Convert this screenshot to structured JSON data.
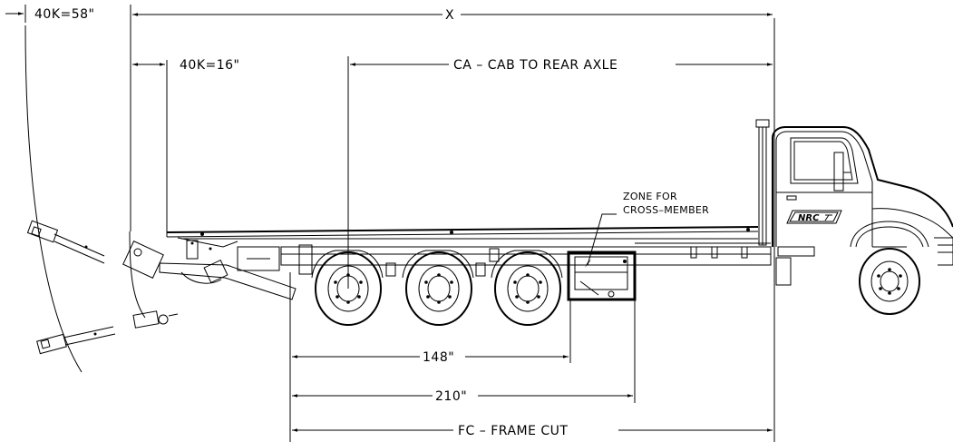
{
  "dimensions": {
    "rotation_clearance": "40K=58\"",
    "overall_x": "X",
    "underlift_offset": "40K=16\"",
    "cab_to_axle": "CA – CAB TO REAR AXLE",
    "dim_148": "148\"",
    "dim_210": "210\"",
    "frame_cut": "FC – FRAME CUT"
  },
  "callout": {
    "line1": "ZONE FOR",
    "line2": "CROSS–MEMBER"
  },
  "badge": {
    "text": "NRC"
  }
}
